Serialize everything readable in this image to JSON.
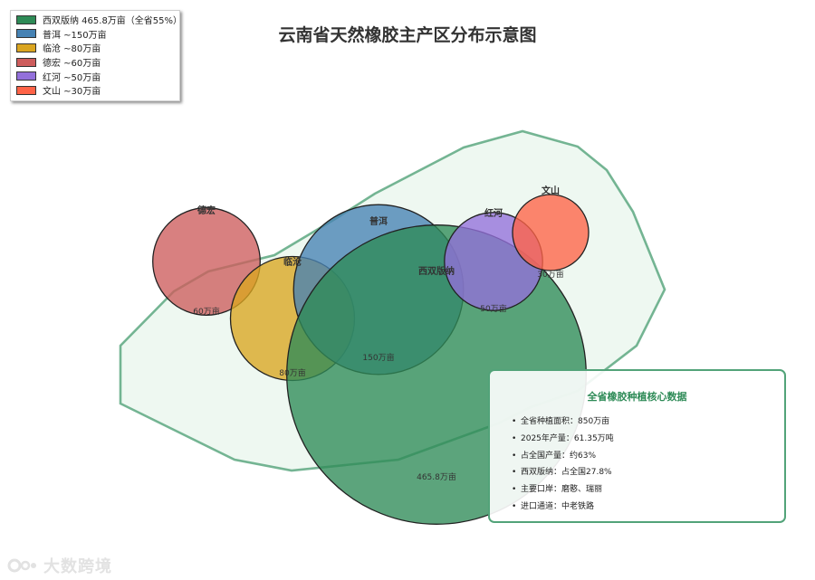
{
  "title": "云南省天然橡胶主产区分布示意图",
  "legend": [
    {
      "label": "西双版纳 465.8万亩（全省55%）",
      "color": "#2e8b57"
    },
    {
      "label": "普洱 ~150万亩",
      "color": "#4682b4"
    },
    {
      "label": "临沧 ~80万亩",
      "color": "#daa520"
    },
    {
      "label": "德宏 ~60万亩",
      "color": "#cd5c5c"
    },
    {
      "label": "红河 ~50万亩",
      "color": "#9370db"
    },
    {
      "label": "文山 ~30万亩",
      "color": "#ff6347"
    }
  ],
  "regions": [
    {
      "name": "德宏",
      "area": 60,
      "value_label": "60万亩",
      "color": "#cd5c5c"
    },
    {
      "name": "临沧",
      "area": 80,
      "value_label": "80万亩",
      "color": "#daa520"
    },
    {
      "name": "普洱",
      "area": 150,
      "value_label": "150万亩",
      "color": "#4682b4"
    },
    {
      "name": "西双版纳",
      "area": 465.8,
      "value_label": "465.8万亩",
      "color": "#2e8b57"
    },
    {
      "name": "红河",
      "area": 50,
      "value_label": "50万亩",
      "color": "#9370db"
    },
    {
      "name": "文山",
      "area": 30,
      "value_label": "30万亩",
      "color": "#ff6347"
    }
  ],
  "info_box": {
    "title": "全省橡胶种植核心数据",
    "items": [
      "全省种植面积：850万亩",
      "2025年产量：61.35万吨",
      "占全国产量：约63%",
      "西双版纳：占全国27.8%",
      "主要口岸：磨憨、瑞丽",
      "进口通道：中老铁路"
    ]
  },
  "colors": {
    "province_fill": "#e8f5ec",
    "province_stroke": "#52a379",
    "accent": "#2e8b57"
  },
  "watermark": "大数跨境"
}
